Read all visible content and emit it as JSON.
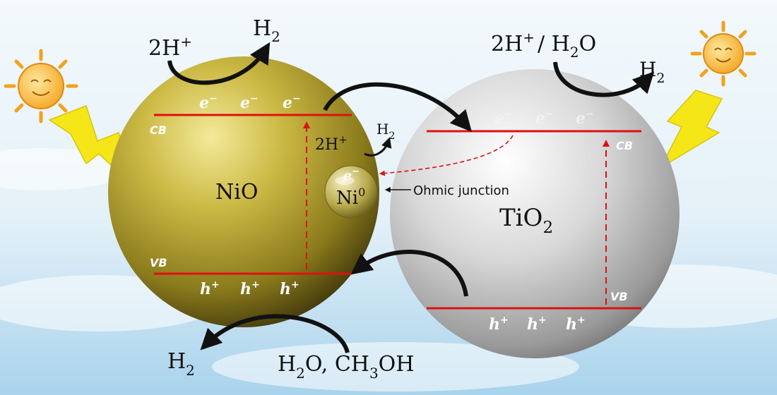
{
  "diagram": {
    "colors": {
      "nio": "#c9b53e",
      "tio2": "#cfcfcf",
      "band_line": "#e01010",
      "arrow": "#111111",
      "sun": "#f6b21a",
      "bolt": "#f4e617"
    },
    "top_left": {
      "reactant": "2H",
      "reactant_sup": "+",
      "product": "H",
      "product_sub": "2"
    },
    "top_right": {
      "reactant_a": "2H",
      "reactant_sup": "+",
      "reactant_b": "/ H",
      "reactant_b_sub": "2",
      "reactant_b_tail": "O",
      "product": "H",
      "product_sub": "2"
    },
    "nio": {
      "label": "NiO",
      "cb": "CB",
      "vb": "VB",
      "electrons": [
        "e",
        "e",
        "e"
      ],
      "electron_sup": "−",
      "holes": [
        "h",
        "h",
        "h"
      ],
      "hole_sup": "+"
    },
    "ni0": {
      "label": "Ni",
      "label_sup": "0",
      "electron": "e",
      "electron_sup": "−",
      "reaction_reactant": "2H",
      "reaction_sup": "+",
      "reaction_product": "H",
      "reaction_sub": "2"
    },
    "junction_label": "Ohmic junction",
    "tio2": {
      "label": "TiO",
      "label_sub": "2",
      "cb": "CB",
      "vb": "VB",
      "electrons": [
        "e",
        "e",
        "e"
      ],
      "electron_sup": "−",
      "holes": [
        "h",
        "h",
        "h"
      ],
      "hole_sup": "+"
    },
    "bottom": {
      "product": "H",
      "product_sub": "2",
      "reactant": "H",
      "reactant_sub": "2",
      "reactant_mid": "O, CH",
      "reactant_sub2": "3",
      "reactant_tail": "OH"
    },
    "icons": [
      "sun-icon",
      "lightning-bolt-icon",
      "sun-icon",
      "lightning-bolt-icon"
    ]
  }
}
